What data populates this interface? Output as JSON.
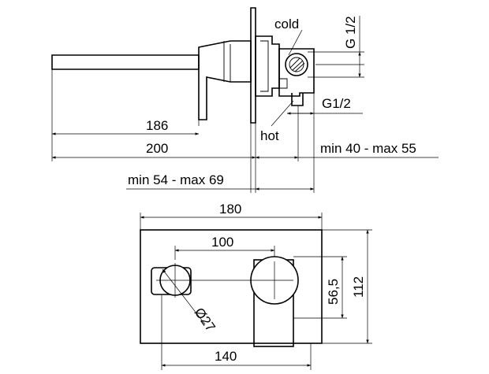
{
  "side_view": {
    "label_cold": "cold",
    "label_hot": "hot",
    "thread_top": "G 1/2",
    "thread_side": "G1/2",
    "dim_spout": "186",
    "dim_total": "200",
    "dim_wall_range": "min 40 - max 55",
    "dim_depth_range": "min 54 - max 69"
  },
  "front_view": {
    "dim_plate_width": "180",
    "dim_spout_center": "100",
    "dim_spout_diameter": "Ø27",
    "dim_center_height": "56,5",
    "dim_plate_height": "112",
    "dim_bottom_width": "140"
  }
}
